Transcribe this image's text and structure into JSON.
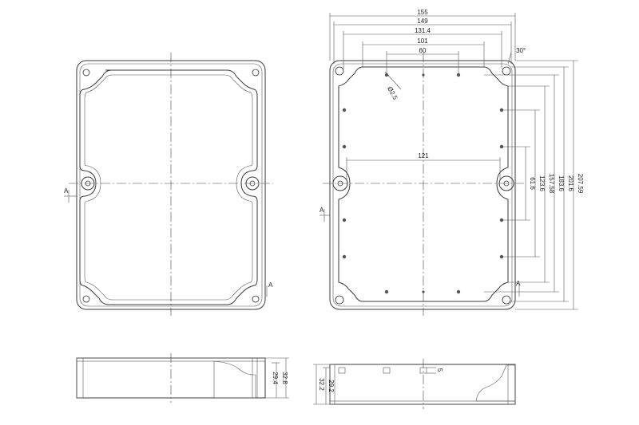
{
  "top_dimensions": {
    "overall_width": "155",
    "width_149": "149",
    "width_131_4": "131.4",
    "width_101": "101",
    "width_60": "60",
    "angle": "30°",
    "hole_diameter": "Ø2.5",
    "center_span": "121"
  },
  "right_dimensions": {
    "h_61_6": "61.6",
    "h_123_6": "123.6",
    "h_157_58": "157.58",
    "h_183_6": "183.6",
    "h_201_6": "201.6",
    "h_207_59": "207.59"
  },
  "section_marks": {
    "a_left_view": "A",
    "a_left_view_corner": "A",
    "a_right_view": "A",
    "a_right_view_corner": "A"
  },
  "side_section_left": {
    "height_outer": "32.8",
    "height_inner": "29.4"
  },
  "side_section_right": {
    "height_outer": "32.2",
    "height_inner": "29.2",
    "rim": "5"
  }
}
